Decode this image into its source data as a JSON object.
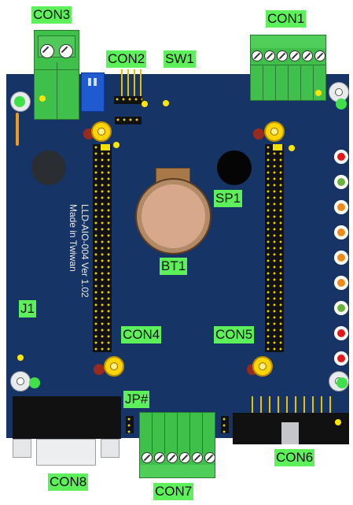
{
  "labels": {
    "con1": "CON1",
    "con2": "CON2",
    "con3": "CON3",
    "con4": "CON4",
    "con5": "CON5",
    "con6": "CON6",
    "con7": "CON7",
    "con8": "CON8",
    "sw1": "SW1",
    "sp1": "SP1",
    "bt1": "BT1",
    "j1": "J1",
    "jp": "JP#"
  },
  "silkscreen": {
    "line1": "LLD-AIO-004   Ver 1.02",
    "line2": "Made in Twiwan"
  },
  "colors": {
    "board": "#163566",
    "label_bg": "#5ef05a",
    "terminal_green": "#3ec04a",
    "header_pin": "#e8d000",
    "led_red": "#e01818",
    "led_green": "#6ab23a",
    "led_orange": "#f08a18",
    "battery": "#c8946a"
  },
  "leds": [
    "red",
    "green",
    "orange",
    "orange",
    "orange",
    "orange",
    "green",
    "red",
    "red"
  ]
}
